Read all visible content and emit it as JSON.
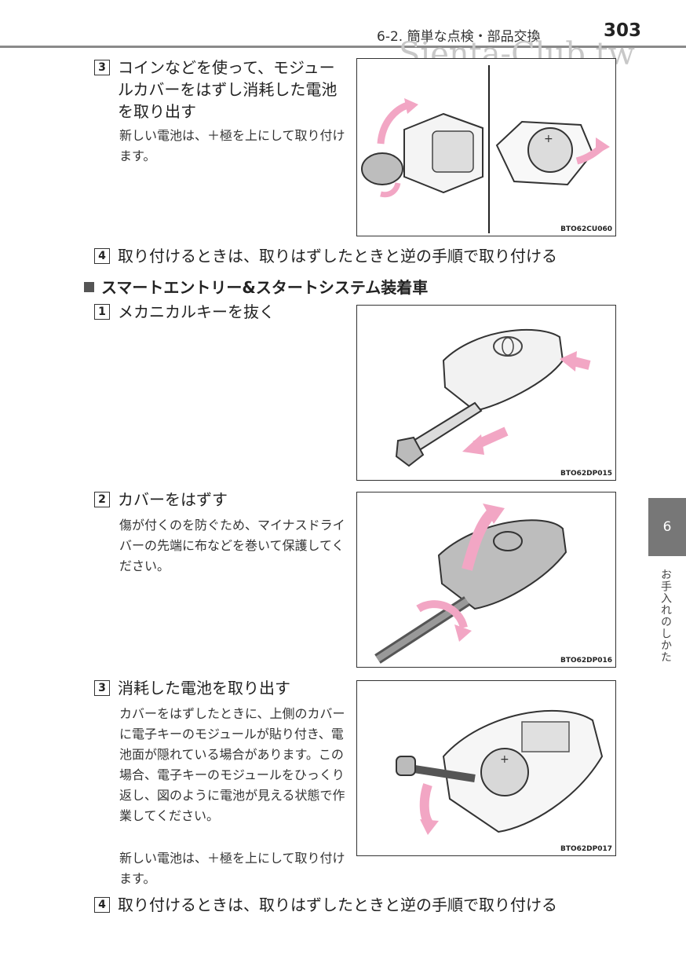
{
  "header": {
    "section": "6-2. 簡単な点検・部品交換",
    "page_number": "303",
    "watermark": "Sienta-Club.tw"
  },
  "part1": {
    "step3": {
      "num": "3",
      "title": "コインなどを使って、モジュールカバーをはずし消耗した電池を取り出す",
      "note": "新しい電池は、＋極を上にして取り付けます。",
      "figure_code": "BTO62CU060"
    },
    "step4": {
      "num": "4",
      "title": "取り付けるときは、取りはずしたときと逆の手順で取り付ける"
    }
  },
  "part2": {
    "heading": "スマートエントリー&スタートシステム装着車",
    "step1": {
      "num": "1",
      "title": "メカニカルキーを抜く",
      "figure_code": "BTO62DP015"
    },
    "step2": {
      "num": "2",
      "title": "カバーをはずす",
      "note": "傷が付くのを防ぐため、マイナスドライバーの先端に布などを巻いて保護してください。",
      "figure_code": "BTO62DP016"
    },
    "step3": {
      "num": "3",
      "title": "消耗した電池を取り出す",
      "note1": "カバーをはずしたときに、上側のカバーに電子キーのモジュールが貼り付き、電池面が隠れている場合があります。この場合、電子キーのモジュールをひっくり返し、図のように電池が見える状態で作業してください。",
      "note2": "新しい電池は、＋極を上にして取り付けます。",
      "figure_code": "BTO62DP017"
    },
    "step4": {
      "num": "4",
      "title": "取り付けるときは、取りはずしたときと逆の手順で取り付ける"
    }
  },
  "side_tab": {
    "number": "6",
    "label": "お手入れのしかた"
  },
  "colors": {
    "arrow_pink": "#f2a6c4",
    "tab_gray": "#777777",
    "rule_gray": "#8a8a8a"
  }
}
